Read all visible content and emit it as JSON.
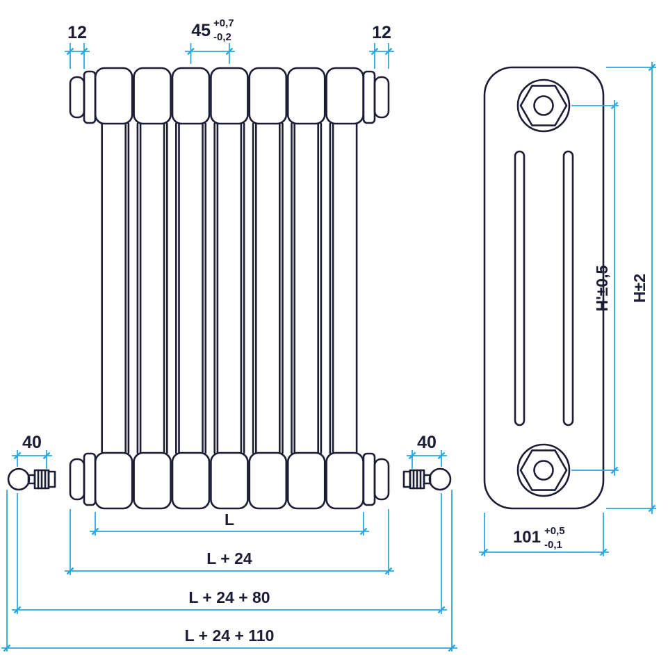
{
  "colors": {
    "drawing": "#1c1c34",
    "dimension": "#29a8e0",
    "background": "#ffffff"
  },
  "front_view": {
    "dim_cap_left": "12",
    "dim_cap_right": "12",
    "pitch": {
      "value": "45",
      "tol_plus": "+0,7",
      "tol_minus": "-0,2"
    },
    "dim_valve_left": "40",
    "dim_valve_right": "40",
    "chain": [
      "L",
      "L + 24",
      "L + 24 + 80",
      "L + 24 + 110"
    ]
  },
  "side_view": {
    "height_inner": "H'±0,5",
    "height_outer": "H±2",
    "depth": {
      "value": "101",
      "tol_plus": "+0,5",
      "tol_minus": "-0,1"
    }
  }
}
